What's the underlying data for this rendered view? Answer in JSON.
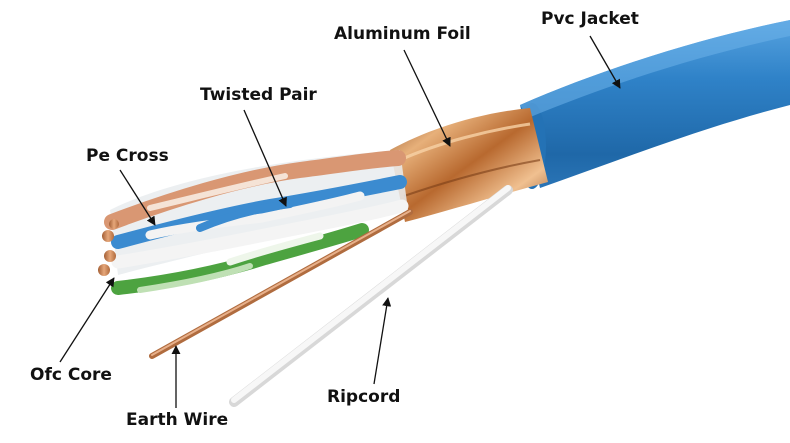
{
  "labels": {
    "pvc_jacket": "Pvc Jacket",
    "aluminum_foil": "Aluminum Foil",
    "twisted_pair": "Twisted Pair",
    "pe_cross": "Pe Cross",
    "ofc_core": "Ofc Core",
    "earth_wire": "Earth Wire",
    "ripcord": "Ripcord"
  },
  "colors": {
    "jacket_blue": "#2f7fc4",
    "foil_copper": "#c98a4a",
    "pair_blue": "#3b8bd0",
    "pair_green": "#55a84a",
    "pair_orange": "#d6956e",
    "pair_white": "#f1f1f1",
    "copper_wire": "#c8895c",
    "ripcord_white": "#f4f4f4",
    "label_text": "#111111"
  }
}
